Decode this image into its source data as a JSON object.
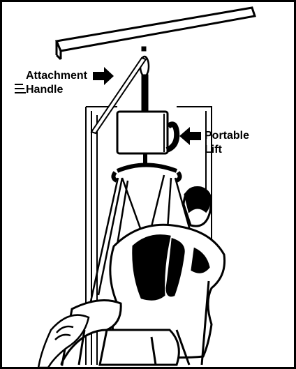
{
  "labels": {
    "attachment": {
      "line1": "Attachment",
      "line2": "Handle"
    },
    "portable": {
      "line1": "Portable",
      "line2": "Lift"
    }
  },
  "colors": {
    "ink": "#000000",
    "paper": "#ffffff"
  },
  "icons": {
    "arrow_attachment": "arrow-right-icon",
    "arrow_portable": "arrow-left-icon"
  }
}
